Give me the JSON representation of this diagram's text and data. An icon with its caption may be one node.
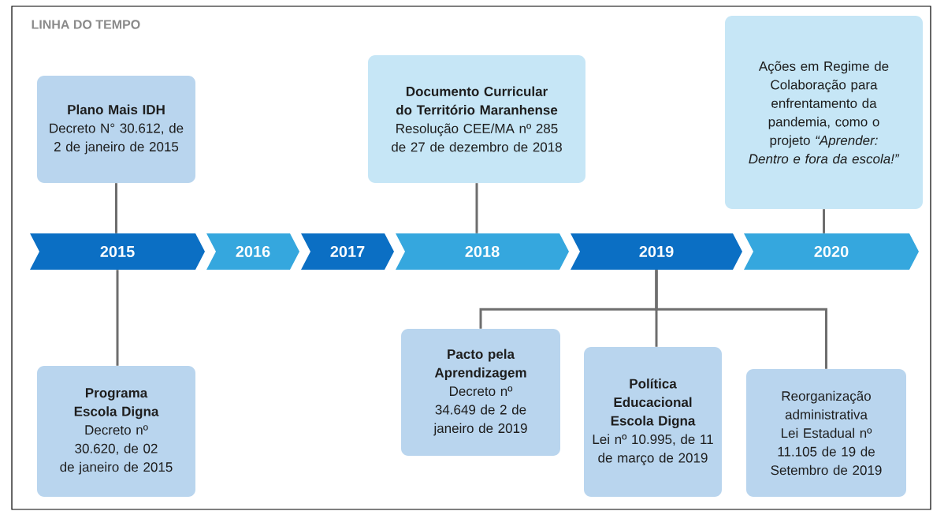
{
  "diagram": {
    "nodes": [
      {
        "text": [
          "Plano Mais IDH",
          "Decreto N° 30.612, de 2 de janeiro de 2015"
        ]
      },
      {
        "text": [
          "Programa Escola Digna",
          "Decreto nº 30.620, de 02 de janeiro de 2015"
        ]
      },
      {
        "text": [
          "Documento Curricular do Território Maranhense",
          "Resolução CEE/MA nº 285 de 27 de dezembro de 2018"
        ]
      },
      {
        "text": [
          "Ações em Regime de Colaboração para enfrentamento da pandemia, como o projeto *“Aprender: Dentro e fora da escola!”*"
        ]
      },
      {
        "text": [
          "2015"
        ]
      },
      {
        "text": [
          "2016"
        ]
      },
      {
        "text": [
          "2017"
        ]
      },
      {
        "text": [
          "2018"
        ]
      },
      {
        "text": [
          "2019"
        ]
      },
      {
        "text": [
          "2020"
        ]
      },
      {
        "text": [
          "Pacto pela Aprendizagem",
          "Decreto nº 34.649 de 2 de janeiro de 2019"
        ]
      },
      {
        "text": [
          "Política Educacional Escola Digna",
          "Lei nº 10.995, de 11 de março de 2019"
        ]
      },
      {
        "text": [
          "Reorganização administrativa Lei Estadual nº 11.105 de 19 de Setembro de 2019"
        ]
      }
    ],
    "edges": [
      {
        "from": 0,
        "to": 4,
        "arrow": "none"
      },
      {
        "from": 4,
        "to": 1,
        "arrow": "none"
      },
      {
        "from": 2,
        "to": 7,
        "arrow": "none"
      },
      {
        "from": 3,
        "to": 9,
        "arrow": "none"
      },
      {
        "from": 8,
        "to": 10,
        "arrow": "none"
      },
      {
        "from": 8,
        "to": 11,
        "arrow": "none"
      },
      {
        "from": 8,
        "to": 12,
        "arrow": "none"
      }
    ],
    "labels": [
      "LINHA DO TEMPO"
    ]
  }
}
